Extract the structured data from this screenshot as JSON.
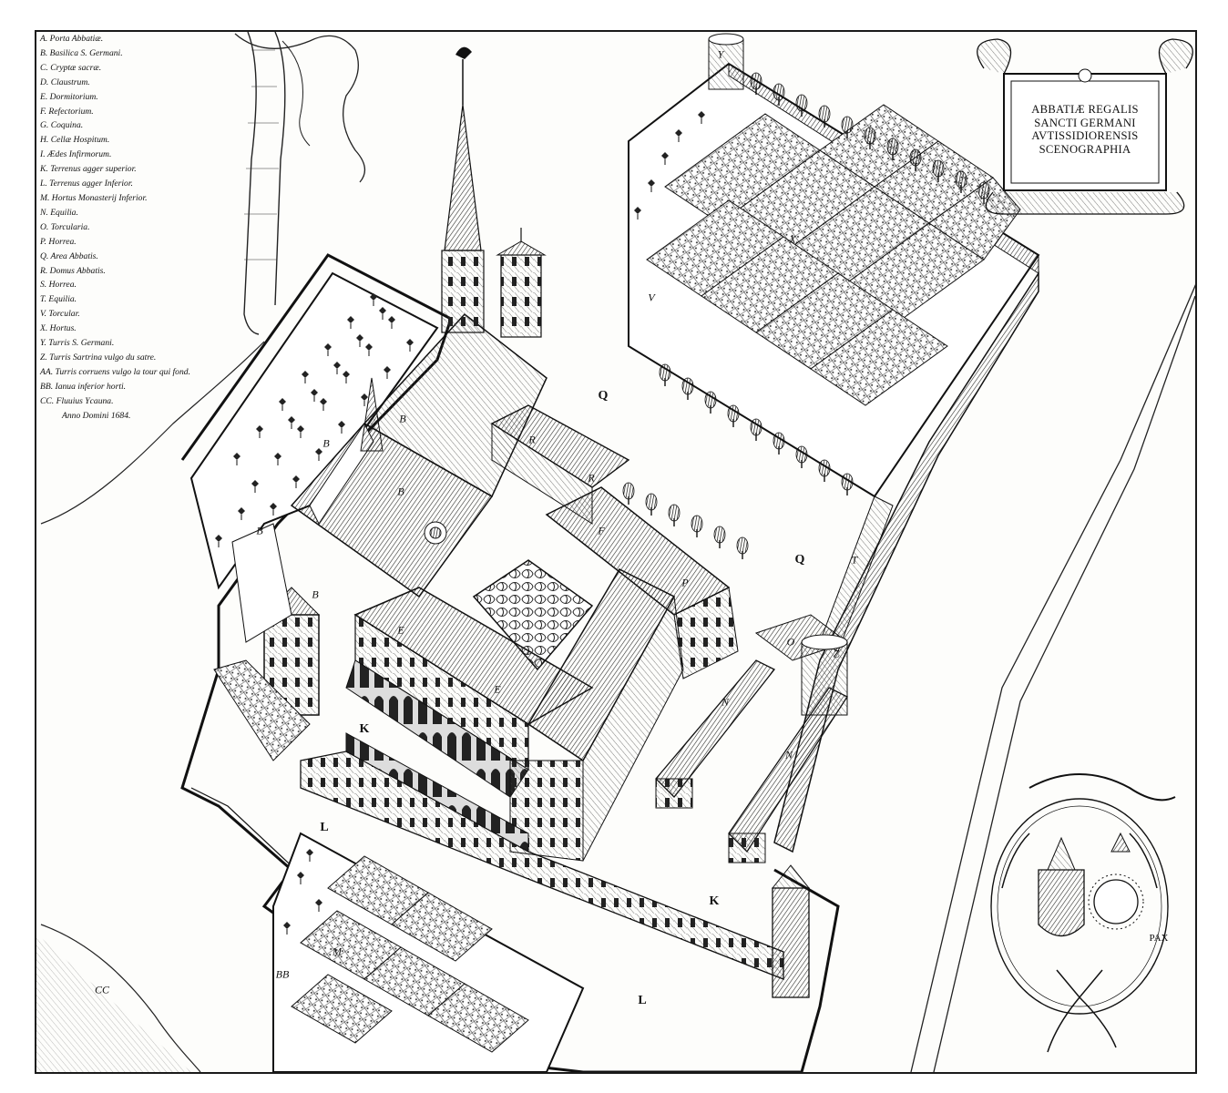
{
  "legend": [
    "A. Porta Abbatiæ.",
    "B. Basilica S. Germani.",
    "C. Cryptæ sacræ.",
    "D. Claustrum.",
    "E. Dormitorium.",
    "F. Refectorium.",
    "G. Coquina.",
    "H. Cellæ Hospitum.",
    "I. Ædes Infirmorum.",
    "K. Terrenus agger superior.",
    "L. Terrenus agger Inferior.",
    "M. Hortus Monasterij Inferior.",
    "N. Equilia.",
    "O. Torcularia.",
    "P. Horrea.",
    "Q. Area Abbatis.",
    "R. Domus Abbatis.",
    "S. Horrea.",
    "T. Equilia.",
    "V. Torcular.",
    "X. Hortus.",
    "Y. Turris S. Germani.",
    "Z. Turris Sartrina vulgo du satre.",
    "AA. Turris corruens vulgo la tour qui fond.",
    "BB. Ianua inferior horti.",
    "CC. Fluuius Ycauna."
  ],
  "date": "Anno Domini 1684.",
  "cartouche": {
    "line1": "ABBATIÆ REGALIS",
    "line2": "SANCTI GERMANI",
    "line3": "AVTISSIDIORENSIS",
    "line4": "SCENOGRAPHIA"
  },
  "arms_motto": "PAX",
  "labels": {
    "Y": "Y",
    "Q1": "Q",
    "Q2": "Q",
    "R1": "R",
    "R2": "R",
    "B1": "B",
    "B2": "B",
    "B3": "B",
    "B4": "B",
    "B5": "B",
    "E1": "E",
    "E2": "E",
    "F": "F",
    "P": "P",
    "O": "O",
    "Z": "Z",
    "N1": "N",
    "N2": "N",
    "K1": "K",
    "K2": "K",
    "L1": "L",
    "L2": "L",
    "M": "M",
    "BB": "BB",
    "CC": "CC",
    "T": "T",
    "V": "V",
    "X": "X"
  }
}
